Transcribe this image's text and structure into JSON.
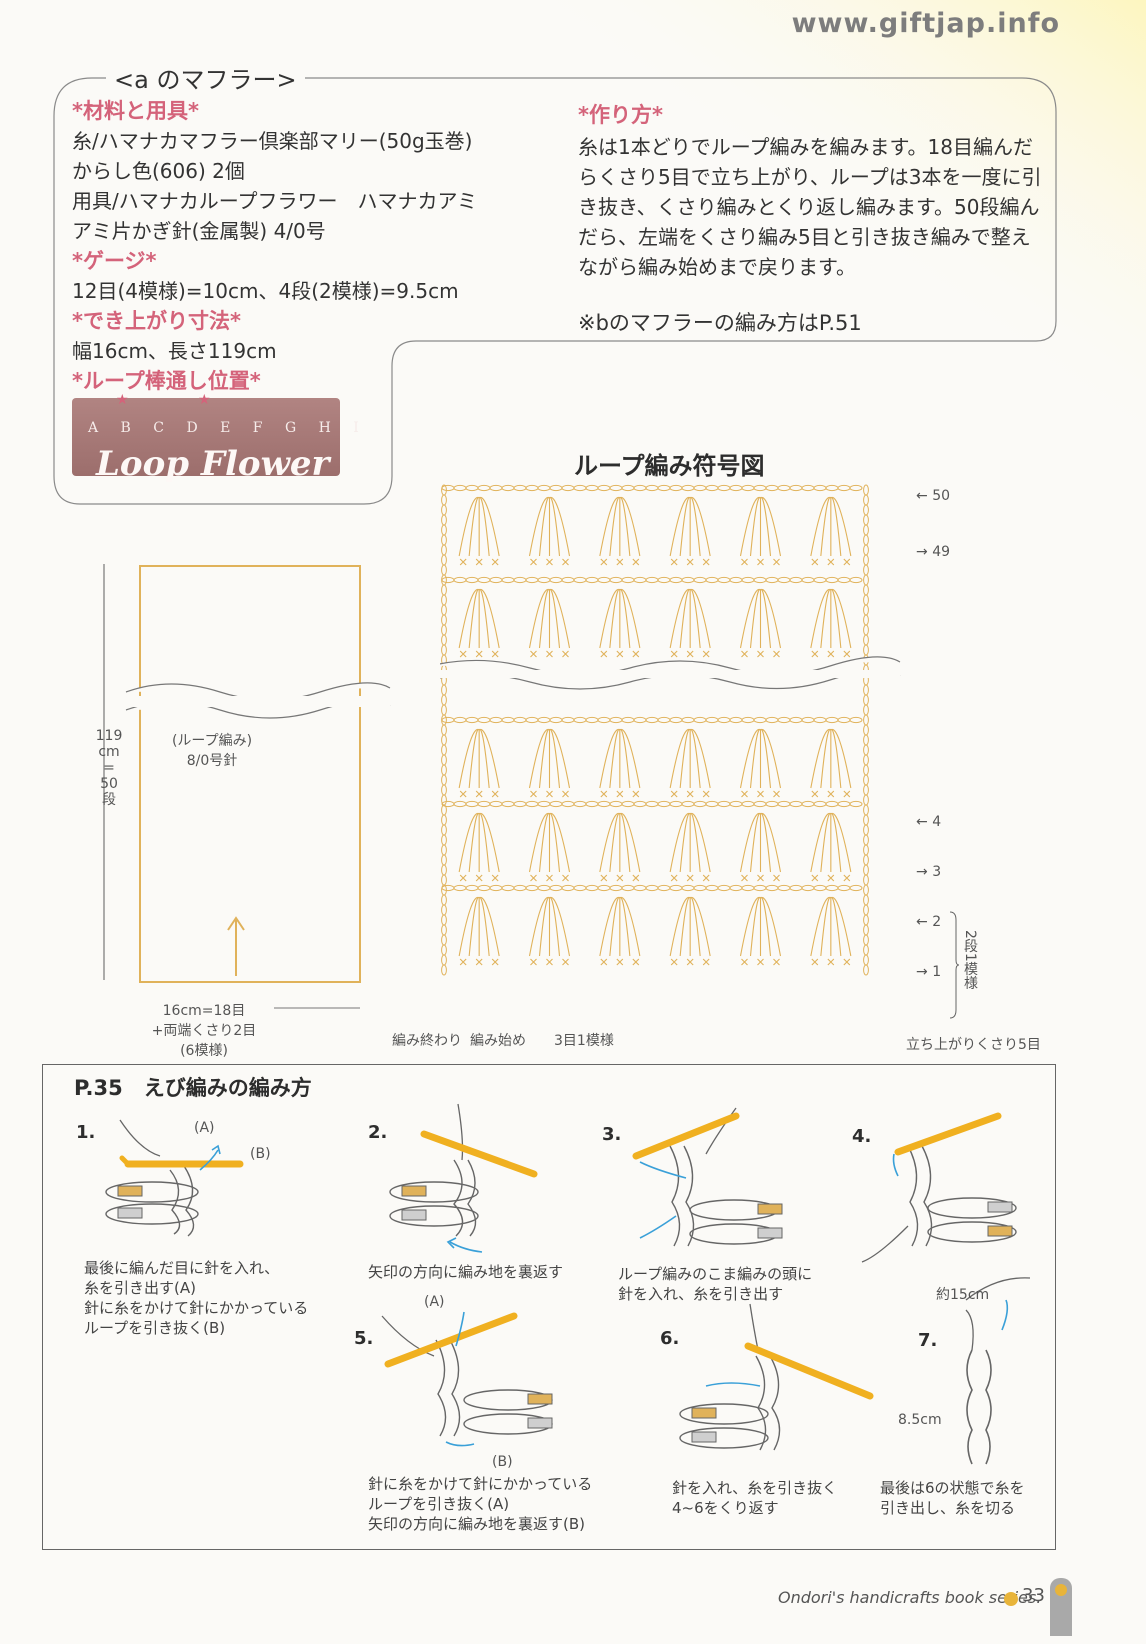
{
  "site_url": "www.giftjap.info",
  "info": {
    "title": "<a のマフラー>",
    "materials_heading": "*材料と用具*",
    "materials_lines": [
      "糸/ハマナカマフラー倶楽部マリー(50g玉巻)",
      "からし色(606) 2個",
      "用具/ハマナカループフラワー　ハマナカアミ",
      "アミ片かぎ針(金属製) 4/0号"
    ],
    "gauge_heading": "*ゲージ*",
    "gauge_text": "12目(4模様)=10cm、4段(2模様)=9.5cm",
    "size_heading": "*でき上がり寸法*",
    "size_text": "幅16cm、長さ119cm",
    "loop_heading": "*ループ棒通し位置*",
    "method_heading": "*作り方*",
    "method_text": "糸は1本どりでループ編みを編みます。18目編んだらくさり5目で立ち上がり、ループは3本を一度に引き抜き、くさり編みとくり返し編みます。50段編んだら、左端をくさり編み5目と引き抜き編みで整えながら編み始めまで戻ります。",
    "note": "※bのマフラーの編み方はP.51"
  },
  "brand": {
    "letters": "A B C D E F G H I",
    "name": "Loop Flower",
    "stars": "★ ★"
  },
  "chart": {
    "title": "ループ編み符号図",
    "row_labels": [
      "50",
      "49",
      "4",
      "3",
      "2",
      "1"
    ],
    "pattern_note": "2段1模様",
    "end_label": "編み終わり",
    "start_label": "編み始め",
    "repeat_label": "3目1模様",
    "turn_label": "立ち上がりくさり5目"
  },
  "scarf": {
    "height_label": "119 cm = 50 段",
    "inner_label_1": "(ループ編み)",
    "inner_label_2": "8/0号針",
    "width_label_1": "16cm=18目",
    "width_label_2": "+両端くさり2目",
    "width_label_3": "(6模様)"
  },
  "instructions": {
    "title": "P.35　えび編みの編み方",
    "steps": [
      {
        "num": "1.",
        "caption": [
          "最後に編んだ目に針を入れ、",
          "糸を引き出す(A)",
          "針に糸をかけて針にかかっている",
          "ループを引き抜く(B)"
        ],
        "a": "(A)",
        "b": "(B)"
      },
      {
        "num": "2.",
        "caption": [
          "矢印の方向に編み地を裏返す"
        ]
      },
      {
        "num": "3.",
        "caption": [
          "ループ編みのこま編みの頭に",
          "針を入れ、糸を引き出す"
        ]
      },
      {
        "num": "4.",
        "caption": []
      },
      {
        "num": "5.",
        "caption": [
          "針に糸をかけて針にかかっている",
          "ループを引き抜く(A)",
          "矢印の方向に編み地を裏返す(B)"
        ],
        "a": "(A)",
        "b": "(B)"
      },
      {
        "num": "6.",
        "caption": [
          "針を入れ、糸を引き抜く",
          "4~6をくり返す"
        ]
      },
      {
        "num": "7.",
        "caption": [
          "最後は6の状態で糸を",
          "引き出し、糸を切る"
        ],
        "len_a": "約15cm",
        "len_b": "8.5cm"
      }
    ]
  },
  "footer": {
    "series": "Ondori's handicrafts book series.",
    "page": "33"
  },
  "colors": {
    "accent_pink": "#d4637a",
    "chart_yarn": "#e0b25a",
    "hook_yellow": "#f0b020",
    "arrow_blue": "#3aa0d8"
  }
}
